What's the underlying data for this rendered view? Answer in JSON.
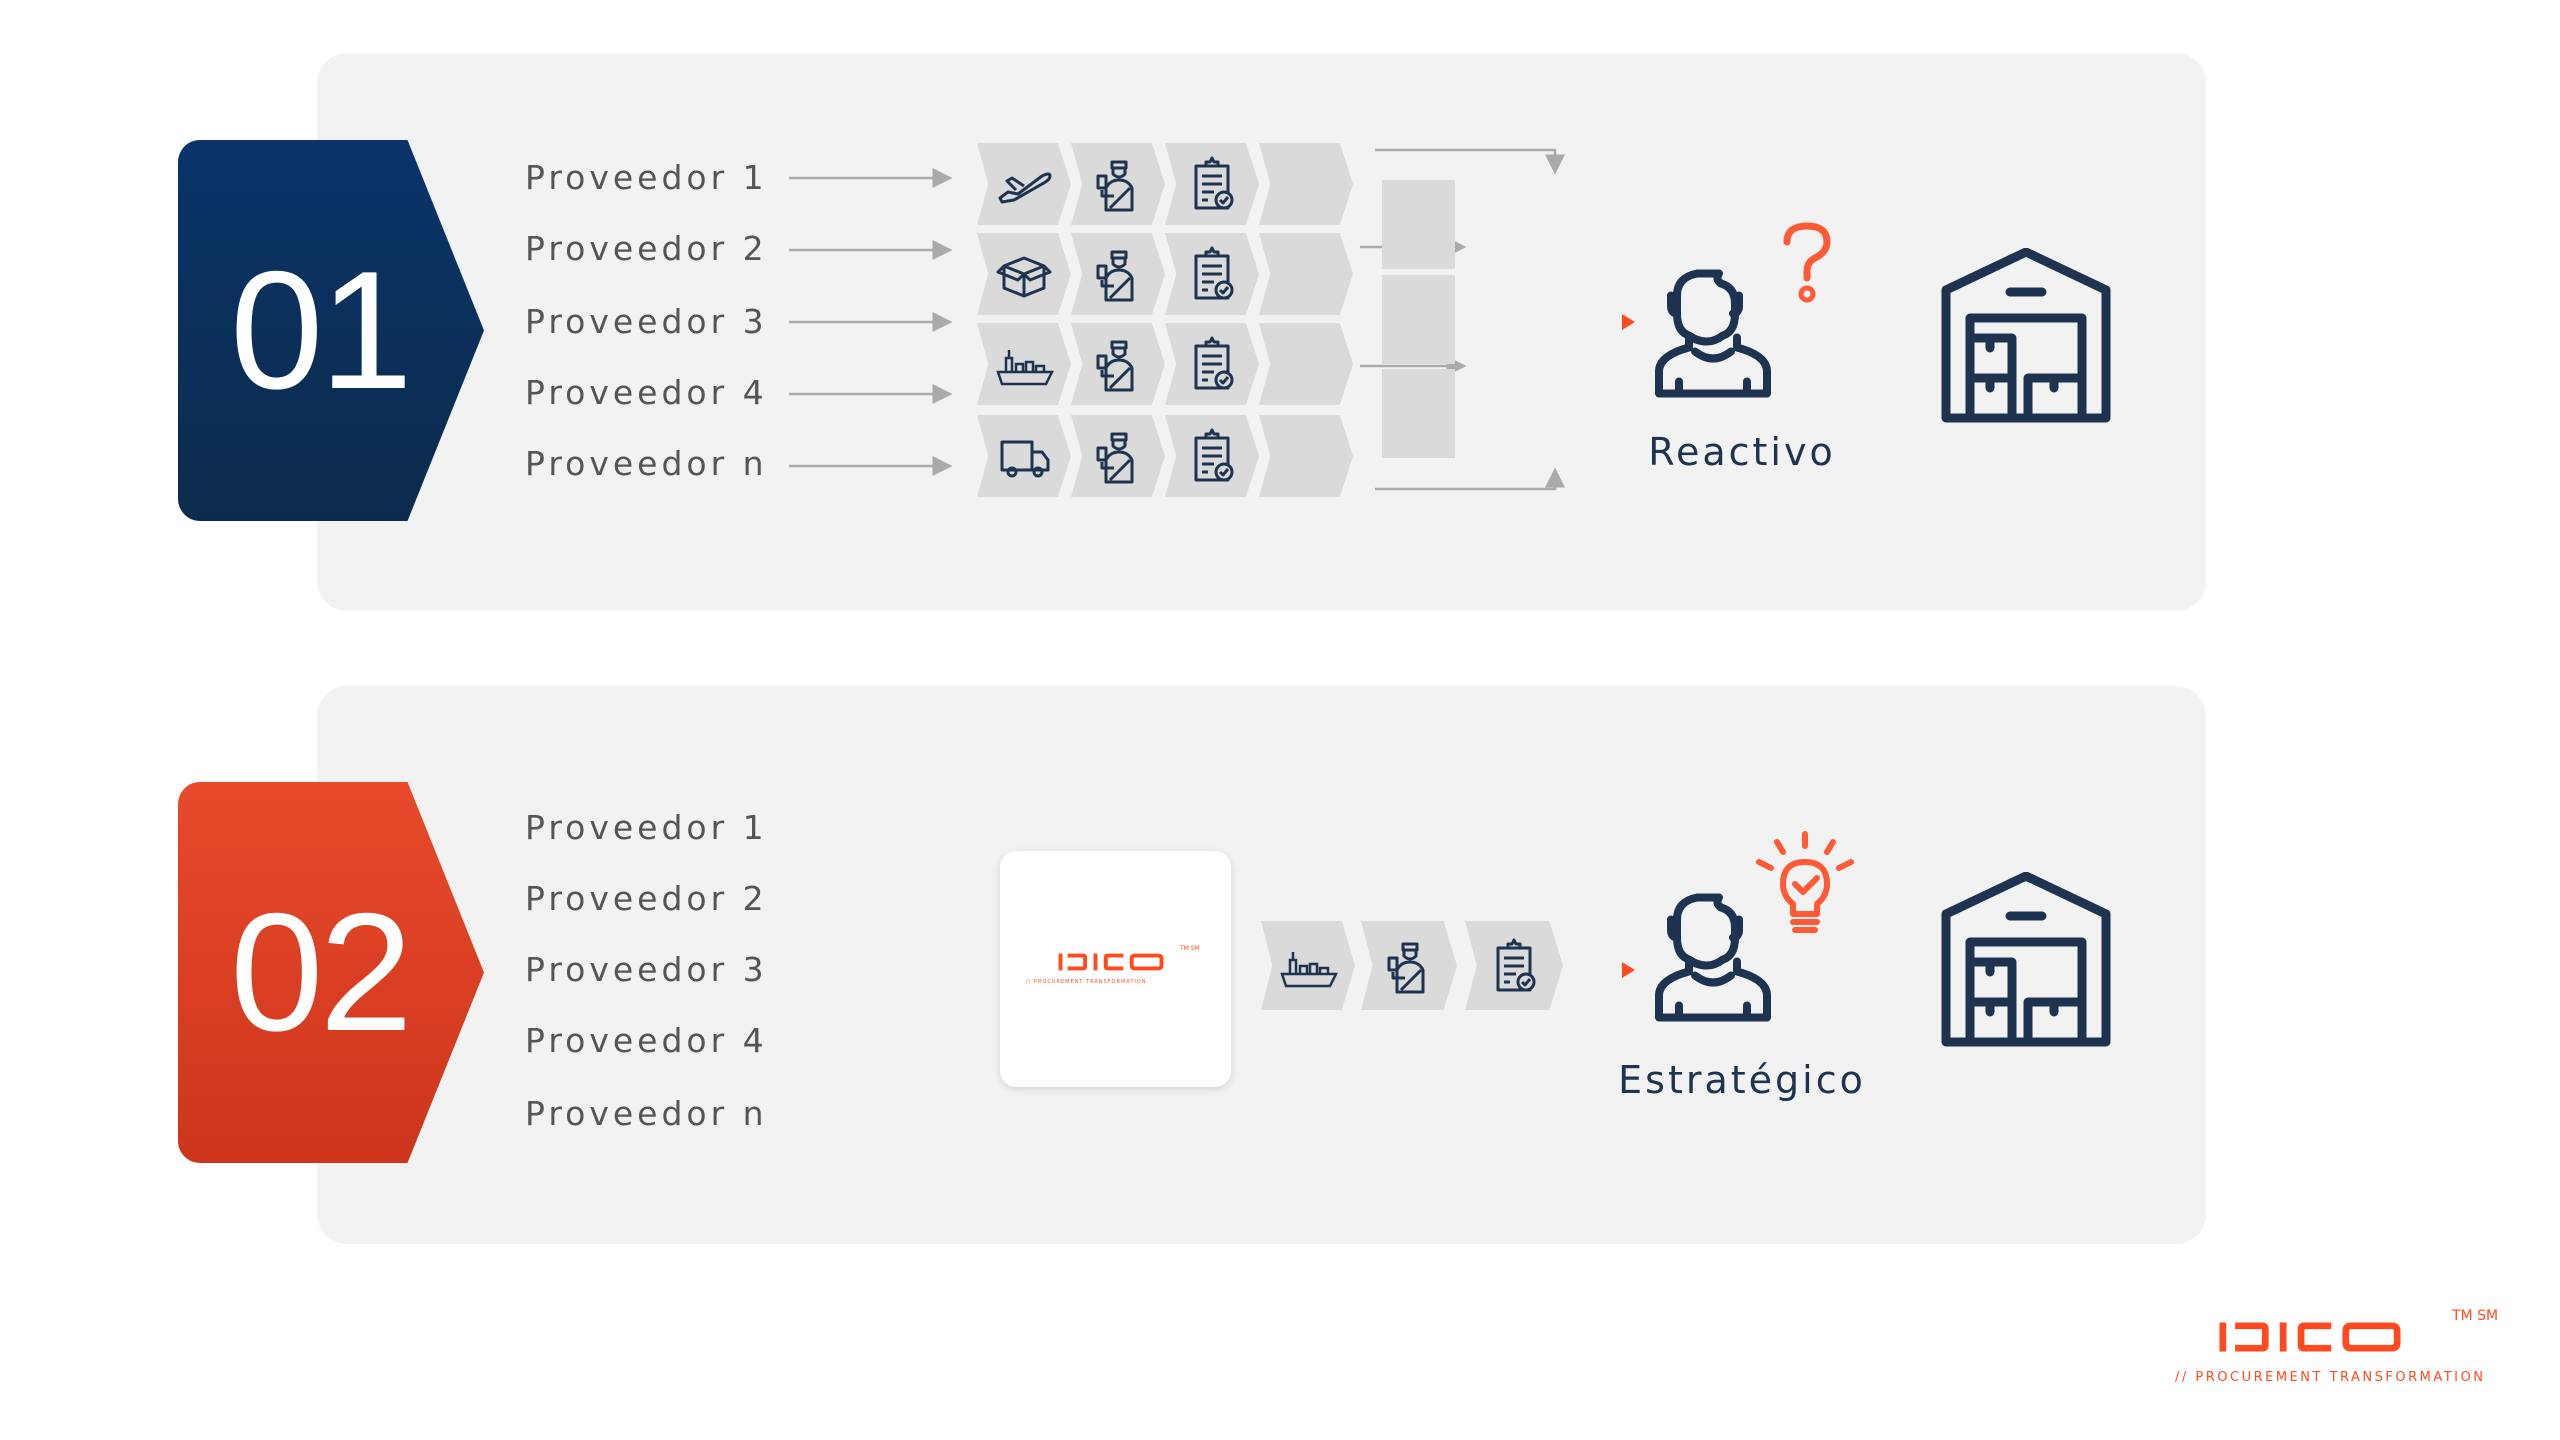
{
  "section1": {
    "number": "01",
    "providers": [
      "Proveedor 1",
      "Proveedor 2",
      "Proveedor 3",
      "Proveedor 4",
      "Proveedor n"
    ],
    "role": "Reactivo",
    "transport_icons": [
      "airplane-icon",
      "box-icon",
      "ship-icon",
      "truck-icon"
    ]
  },
  "section2": {
    "number": "02",
    "providers": [
      "Proveedor 1",
      "Proveedor 2",
      "Proveedor 3",
      "Proveedor 4",
      "Proveedor n"
    ],
    "role": "Estratégico",
    "card_logo": {
      "name": "IDICO",
      "tagline": "// PROCUREMENT TRANSFORMATION",
      "mark": "TM SM"
    }
  },
  "footer_logo": {
    "name": "IDICO",
    "mark": "TM SM",
    "tagline": "// PROCUREMENT TRANSFORMATION"
  },
  "colors": {
    "navy": "#1e3350",
    "orange": "#ff5a36",
    "badge1": "#0a3469",
    "badge2": "#e84a2a",
    "panel": "#f2f2f2"
  }
}
